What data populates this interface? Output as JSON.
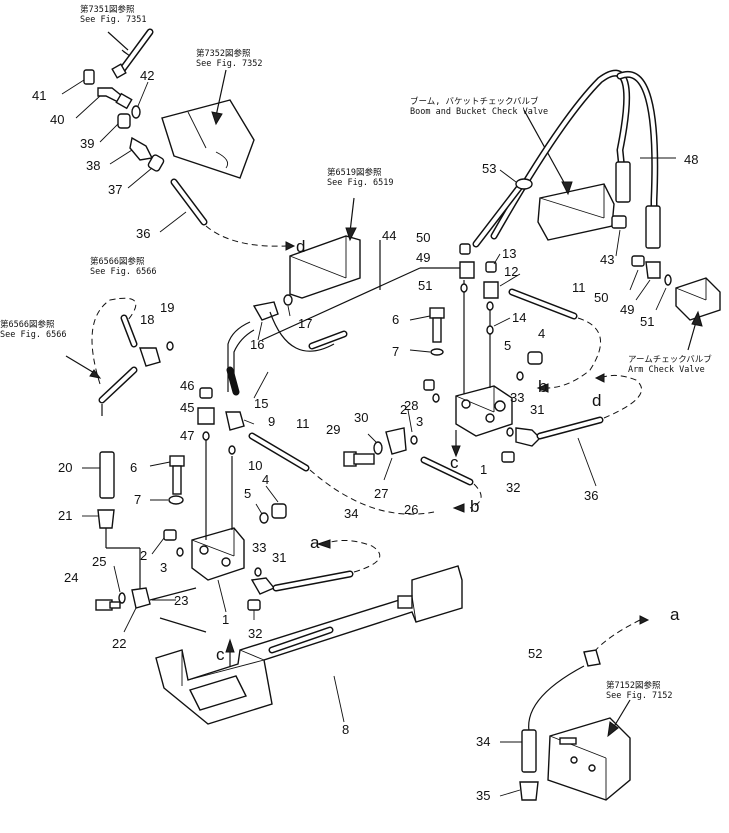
{
  "references": {
    "fig7351": "第7351図参照\nSee Fig. 7351",
    "fig7352": "第7352図参照\nSee Fig. 7352",
    "fig6519": "第6519図参照\nSee Fig. 6519",
    "fig6566a": "第6566図参照\nSee Fig. 6566",
    "fig6566b": "第6566図参照\nSee Fig. 6566",
    "boom_bucket": "ブーム, バケットチェックバルブ\nBoom and Bucket Check Valve",
    "arm_check": "アームチェックバルブ\nArm Check Valve",
    "fig7152": "第7152図参照\nSee Fig. 7152"
  },
  "callouts": [
    "41",
    "40",
    "42",
    "39",
    "38",
    "37",
    "36",
    "48",
    "53",
    "50",
    "49",
    "13",
    "12",
    "51",
    "6",
    "7",
    "44",
    "19",
    "18",
    "16",
    "17",
    "46",
    "45",
    "47",
    "15",
    "9",
    "10",
    "11",
    "14",
    "4",
    "5",
    "2",
    "3",
    "28",
    "30",
    "29",
    "27",
    "1",
    "33",
    "31",
    "32",
    "26",
    "36",
    "20",
    "6",
    "7",
    "21",
    "25",
    "24",
    "22",
    "23",
    "2",
    "3",
    "5",
    "4",
    "34",
    "33",
    "31",
    "32",
    "1",
    "8",
    "43",
    "50",
    "49",
    "51",
    "11",
    "52",
    "34",
    "35"
  ],
  "letters": {
    "d1": "d",
    "d2": "d",
    "b1": "b",
    "b2": "b",
    "c1": "c",
    "c2": "c",
    "a1": "a",
    "a2": "a"
  }
}
